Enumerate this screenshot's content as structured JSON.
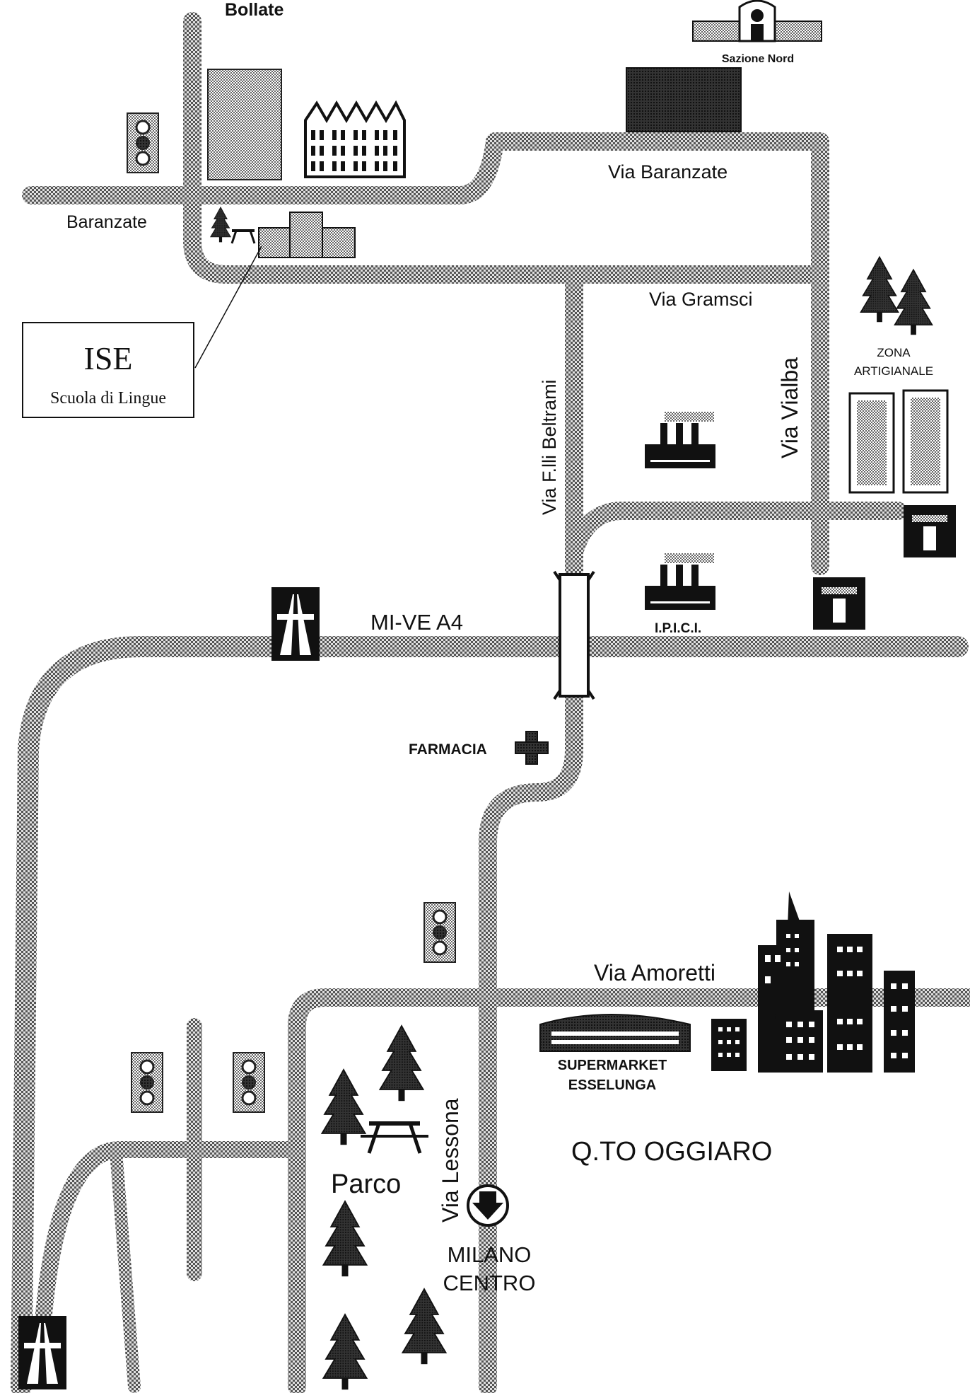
{
  "map": {
    "place_labels": {
      "bollate": "Bollate",
      "baranzate": "Baranzate",
      "stazione": "Sazione Nord",
      "zona_artigianale_1": "ZONA",
      "zona_artigianale_2": "ARTIGIANALE",
      "ipici": "I.P.I.C.I.",
      "farmacia": "FARMACIA",
      "supermarket_1": "SUPERMARKET",
      "supermarket_2": "ESSELUNGA",
      "oggiaro": "Q.TO OGGIARO",
      "parco": "Parco",
      "milano_1": "MILANO",
      "milano_2": "CENTRO"
    },
    "street_labels": {
      "baranzate": "Via Baranzate",
      "gramsci": "Via Gramsci",
      "beltrami": "Via F.lli Beltrami",
      "vialba": "Via Vialba",
      "a4": "MI-VE A4",
      "amoretti": "Via Amoretti",
      "lessona": "Via Lessona"
    },
    "school_box": {
      "title": "ISE",
      "subtitle": "Scuola di Lingue"
    },
    "icons": [
      "traffic-light-icon",
      "building-icon",
      "houses-icon",
      "station-icon",
      "park-tree-icon",
      "picnic-table-icon",
      "school-icon",
      "pine-tree-icon",
      "warehouse-icon",
      "factory-icon",
      "motorway-sign-icon",
      "bridge-icon",
      "pharmacy-cross-icon",
      "skyline-icon",
      "supermarket-icon",
      "direction-arrow-icon"
    ],
    "colors": {
      "road": "#9a9a9a",
      "ink": "#111111",
      "background": "#ffffff"
    }
  }
}
